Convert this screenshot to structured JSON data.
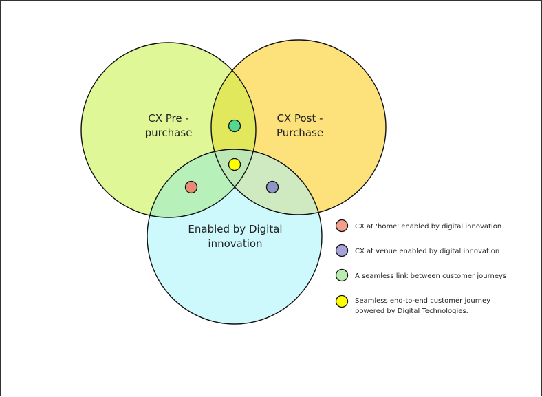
{
  "colors": {
    "pre_purchase": "#dff797",
    "post_purchase": "#fde27c",
    "digital": "#cdf8fc",
    "pre_post_overlap": "#e2e85c",
    "pre_digital_overlap": "#b7f1b9",
    "post_digital_overlap": "#cfe9c0",
    "center_overlap": "#bde8b6",
    "outline": "#111111",
    "dot_home": "#e58c72",
    "dot_venue": "#8e96c4",
    "dot_link": "#52d98f",
    "dot_end_to_end": "#ffff00"
  },
  "circles": {
    "pre_purchase": {
      "label_line1": "CX Pre -",
      "label_line2": "purchase"
    },
    "post_purchase": {
      "label_line1": "CX Post -",
      "label_line2": "Purchase"
    },
    "digital": {
      "label_line1": "Enabled by Digital",
      "label_line2": "innovation"
    }
  },
  "legend": [
    {
      "name": "home",
      "color": "#f2a08c",
      "line1": "CX at 'home' enabled by digital innovation",
      "line2": ""
    },
    {
      "name": "venue",
      "color": "#a7a3d9",
      "line1": "CX at venue enabled by digital innovation",
      "line2": ""
    },
    {
      "name": "link",
      "color": "#b9ecb0",
      "line1": "A seamless link between customer journeys",
      "line2": ""
    },
    {
      "name": "end-to-end",
      "color": "#ffff00",
      "line1": "Seamless end-to-end customer journey",
      "line2": "powered by Digital Technologies."
    }
  ]
}
